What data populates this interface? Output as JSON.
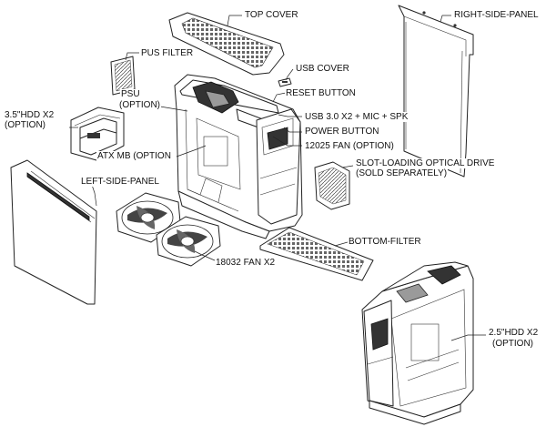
{
  "labels": {
    "top_cover": "TOP COVER",
    "right_side_panel": "RIGHT-SIDE-PANEL",
    "pus_filter": "PUS FILTER",
    "usb_cover": "USB COVER",
    "reset_button": "RESET BUTTON",
    "psu": "PSU",
    "psu_option": "(OPTION)",
    "hdd35": "3.5\"HDD X2",
    "hdd35_option": "(OPTION)",
    "usb30": "USB 3.0 X2 + MIC + SPK",
    "power_button": "POWER BUTTON",
    "fan12025": "12025 FAN (OPTION)",
    "atx_mb": "ATX MB (OPTION",
    "slot_drive": "SLOT-LOADING OPTICAL DRIVE",
    "slot_drive_sold": "(SOLD SEPARATELY)",
    "left_side_panel": "LEFT-SIDE-PANEL",
    "bottom_filter": "BOTTOM-FILTER",
    "fan18032": "18032 FAN X2",
    "hdd25": "2.5\"HDD X2",
    "hdd25_option": "(OPTION)"
  }
}
